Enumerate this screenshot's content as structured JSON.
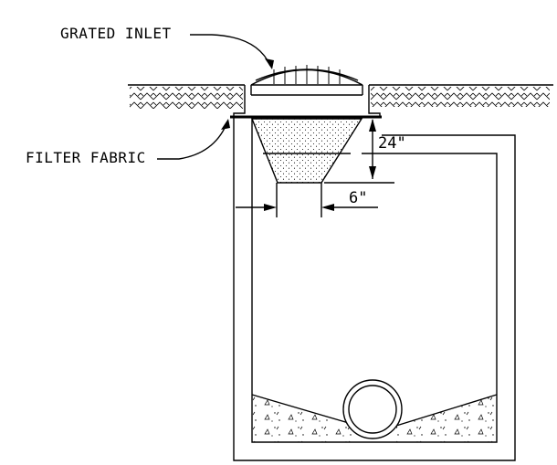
{
  "labels": {
    "grated_inlet": "GRATED INLET",
    "filter_fabric": "FILTER FABRIC"
  },
  "dimensions": {
    "depth": "24\"",
    "offset": "6\""
  }
}
